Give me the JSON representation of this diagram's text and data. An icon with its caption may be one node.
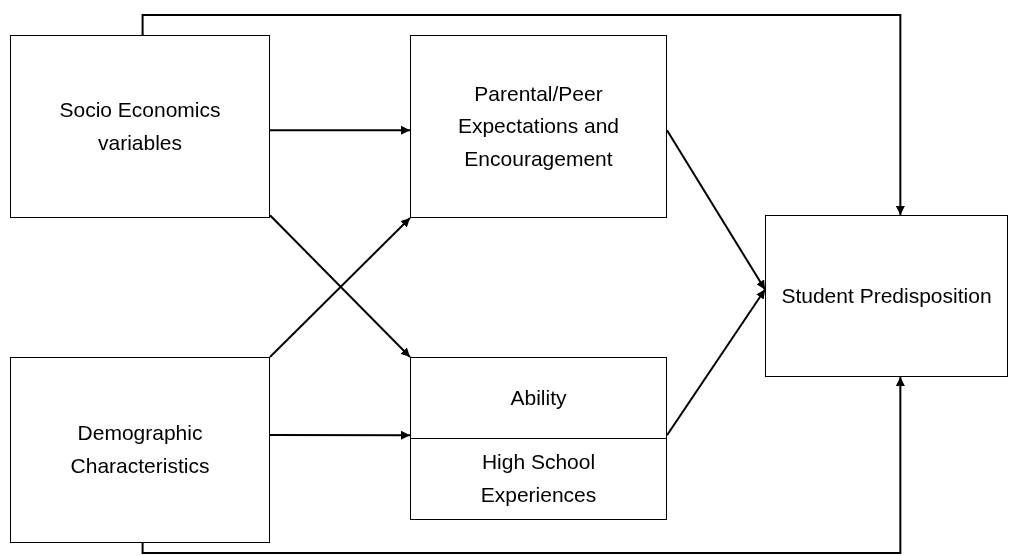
{
  "diagram": {
    "nodes": [
      {
        "text": [
          "Socio Economics variables"
        ]
      },
      {
        "text": [
          "Parental/Peer Expectations and Encouragement"
        ]
      },
      {
        "text": [
          "Student Predisposition"
        ]
      },
      {
        "text": [
          "Demographic Characteristics"
        ]
      },
      {
        "text": [
          "Ability",
          "High School Experiences"
        ]
      }
    ],
    "edges": [
      {
        "from": 0,
        "to": 2,
        "arrow": "to"
      },
      {
        "from": 0,
        "to": 1,
        "arrow": "to"
      },
      {
        "from": 0,
        "to": 4,
        "arrow": "to"
      },
      {
        "from": 3,
        "to": 1,
        "arrow": "to"
      },
      {
        "from": 3,
        "to": 4,
        "arrow": "to"
      },
      {
        "from": 1,
        "to": 2,
        "arrow": "to"
      },
      {
        "from": 4,
        "to": 2,
        "arrow": "to"
      },
      {
        "from": 3,
        "to": 2,
        "arrow": "to"
      }
    ]
  }
}
